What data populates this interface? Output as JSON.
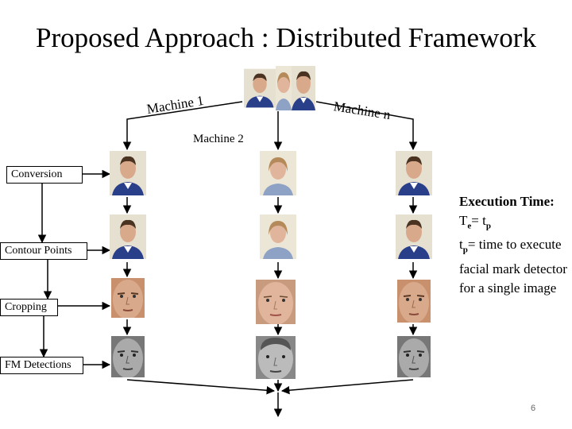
{
  "title": "Proposed Approach : Distributed Framework",
  "machines": {
    "machine1": "Machine 1",
    "machine2": "Machine 2",
    "machineN": "Machine n"
  },
  "steps": [
    "Conversion",
    "Contour Points",
    "Cropping",
    "FM Detections"
  ],
  "execution": {
    "heading": "Execution Time:",
    "te_main": "T",
    "te_sub": "e",
    "te_eq": "= t",
    "te_eq_sub": "p",
    "tp_main": "t",
    "tp_sub": "p",
    "tp_text": "= time to execute facial mark detector for a single image"
  },
  "page_number": "6",
  "colors": {
    "line": "#000000",
    "shirt": "#2a3f8a",
    "skin": "#d9a98c",
    "background": "#e6e0d0"
  }
}
